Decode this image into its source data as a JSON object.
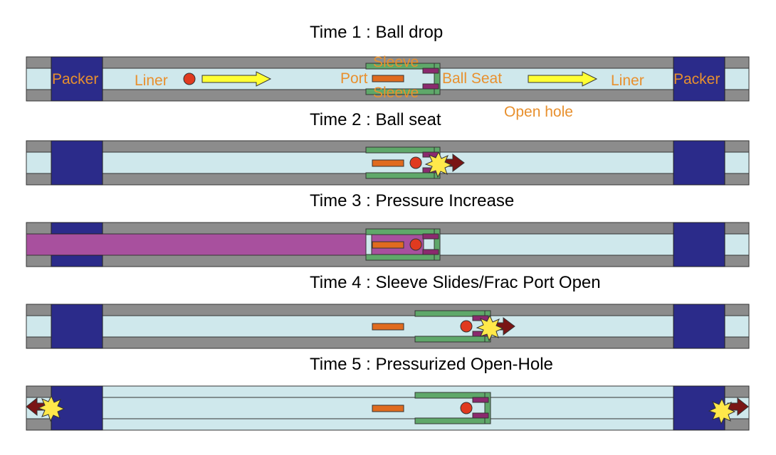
{
  "colors": {
    "casing": "#8c8c8c",
    "bore": "#cfe8ec",
    "packer": "#2b2b8a",
    "sleeve": "#5fa86a",
    "port": "#e06b1f",
    "seat": "#8b2a6e",
    "ball": "#e03a1f",
    "flow_arrow": "#ffff33",
    "push_arrow": "#7a1515",
    "burst": "#ffe84a",
    "pressure": "#a8509e",
    "label": "#e8902e"
  },
  "stages": [
    {
      "title": "Time 1 : Ball drop"
    },
    {
      "title": "Time 2 : Ball seat"
    },
    {
      "title": "Time 3 : Pressure Increase"
    },
    {
      "title": "Time 4 : Sleeve Slides/Frac Port Open"
    },
    {
      "title": "Time 5 : Pressurized Open-Hole"
    }
  ],
  "labels": {
    "packer_left": "Packer",
    "packer_right": "Packer",
    "liner_left": "Liner",
    "liner_right": "Liner",
    "sleeve_top": "Sleeve",
    "sleeve_bottom": "Sleeve",
    "port": "Port",
    "ball_seat": "Ball Seat",
    "open_hole": "Open hole"
  },
  "icons": [
    "ball-icon",
    "flow-arrow-icon",
    "push-arrow-icon",
    "burst-icon"
  ]
}
